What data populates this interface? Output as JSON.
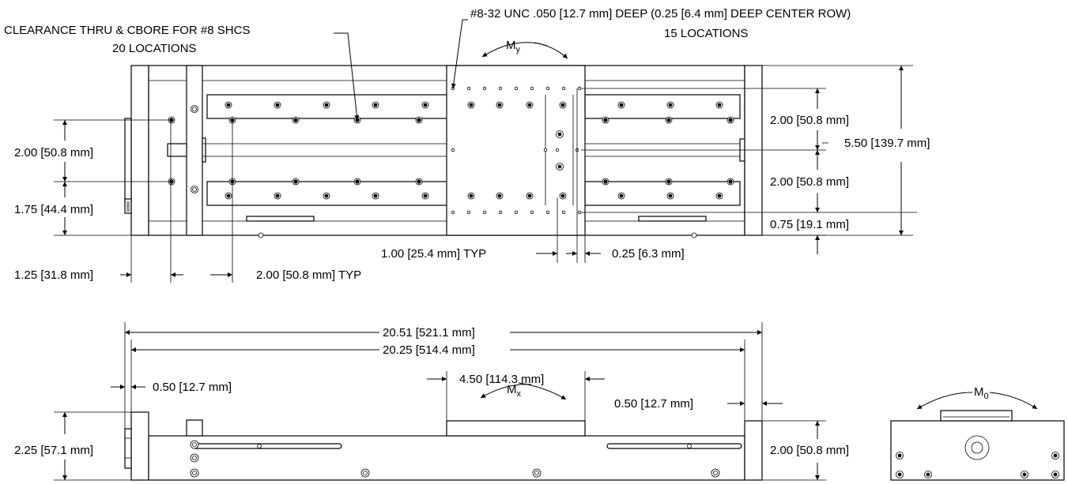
{
  "notes": {
    "clearance_line1": "CLEARANCE THRU & CBORE FOR #8 SHCS",
    "clearance_line2": "20 LOCATIONS",
    "tapped_line1": "#8-32 UNC .050 [12.7 mm] DEEP (0.25 [6.4 mm] DEEP CENTER ROW)",
    "tapped_line2": "15 LOCATIONS"
  },
  "moments": {
    "my": "M",
    "my_sub": "y",
    "mx": "M",
    "mx_sub": "x",
    "m0": "M",
    "m0_sub": "0"
  },
  "top_view": {
    "hole_spacing_upper": "2.00 [50.8 mm]",
    "edge_to_hole": "1.75 [44.4 mm]",
    "end_to_hole": "1.25 [31.8 mm]",
    "hole_pitch": "2.00 [50.8 mm] TYP",
    "carriage_pitch": "1.00 [25.4 mm] TYP",
    "carriage_edge": "0.25 [6.3 mm]",
    "right_upper": "2.00 [50.8 mm]",
    "right_lower": "2.00 [50.8 mm]",
    "overall_width": "5.50 [139.7 mm]",
    "bottom_edge": "0.75 [19.1 mm]"
  },
  "side_view": {
    "overall_length": "20.51 [521.1 mm]",
    "rail_length": "20.25 [514.4 mm]",
    "left_end": "0.50 [12.7 mm]",
    "carriage_length": "4.50 [114.3 mm]",
    "right_end": "0.50 [12.7 mm]",
    "left_height": "2.25 [57.1 mm]",
    "right_height": "2.00 [50.8 mm]"
  }
}
